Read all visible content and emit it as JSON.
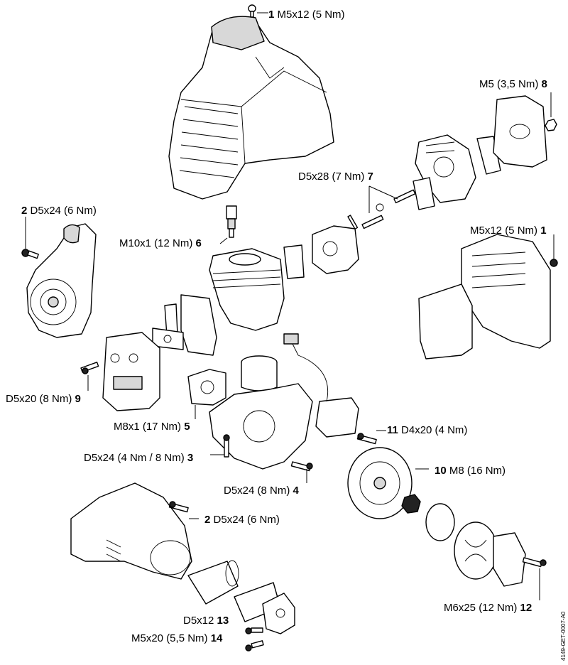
{
  "labels": [
    {
      "num": "1",
      "spec": "M5x12 (5 Nm)"
    },
    {
      "num": "8",
      "spec": "M5 (3,5 Nm)"
    },
    {
      "num": "2",
      "spec": "D5x24 (6 Nm)"
    },
    {
      "num": "7",
      "spec": "D5x28 (7 Nm)"
    },
    {
      "num": "6",
      "spec": "M10x1 (12 Nm)"
    },
    {
      "num": "1",
      "spec": "M5x12 (5 Nm)"
    },
    {
      "num": "9",
      "spec": "D5x20 (8 Nm)"
    },
    {
      "num": "5",
      "spec": "M8x1 (17 Nm)"
    },
    {
      "num": "11",
      "spec": "D4x20 (4 Nm)"
    },
    {
      "num": "3",
      "spec": "D5x24 (4 Nm / 8 Nm)"
    },
    {
      "num": "10",
      "spec": "M8 (16 Nm)"
    },
    {
      "num": "4",
      "spec": "D5x24 (8 Nm)"
    },
    {
      "num": "2",
      "spec": "D5x24 (6 Nm)"
    },
    {
      "num": "12",
      "spec": "M6x25 (12 Nm)"
    },
    {
      "num": "13",
      "spec": "D5x12"
    },
    {
      "num": "14",
      "spec": "M5x20 (5,5 Nm)"
    }
  ],
  "figure_code": "4149-GET-0007-A0"
}
